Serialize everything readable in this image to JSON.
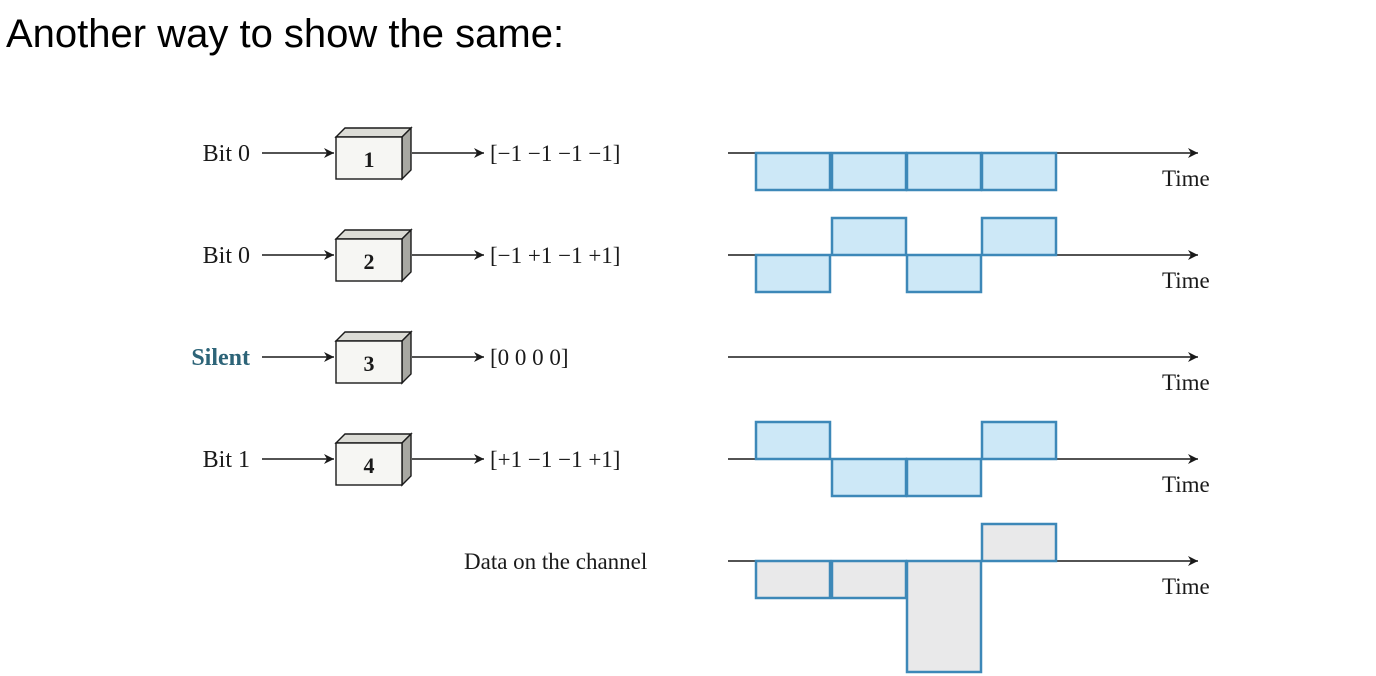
{
  "title": "Another way to show the same:",
  "colors": {
    "line": "#1a1a1a",
    "pulse_stroke": "#3d88b8",
    "pulse_fill": "#cde8f7",
    "channel_stroke": "#3d88b8",
    "channel_fill": "#e9e9ea",
    "silent_label": "#2d6478",
    "box_front": "#f6f6f3",
    "box_top": "#dcdcd6",
    "box_side": "#a8a8a2"
  },
  "stations": [
    {
      "input": "Bit 0",
      "box": "1",
      "code": "[−1 −1 −1 −1]",
      "chips": [
        -1,
        -1,
        -1,
        -1
      ],
      "axis_label": "Time"
    },
    {
      "input": "Bit 0",
      "box": "2",
      "code": "[−1 +1 −1 +1]",
      "chips": [
        -1,
        1,
        -1,
        1
      ],
      "axis_label": "Time"
    },
    {
      "input": "Silent",
      "box": "3",
      "code": "[0 0 0 0]",
      "chips": [
        0,
        0,
        0,
        0
      ],
      "axis_label": "Time"
    },
    {
      "input": "Bit 1",
      "box": "4",
      "code": "[+1 −1 −1 +1]",
      "chips": [
        1,
        -1,
        -1,
        1
      ],
      "axis_label": "Time"
    }
  ],
  "channel": {
    "label": "Data on the channel",
    "chips": [
      -1,
      -1,
      -3,
      1
    ],
    "axis_label": "Time"
  }
}
